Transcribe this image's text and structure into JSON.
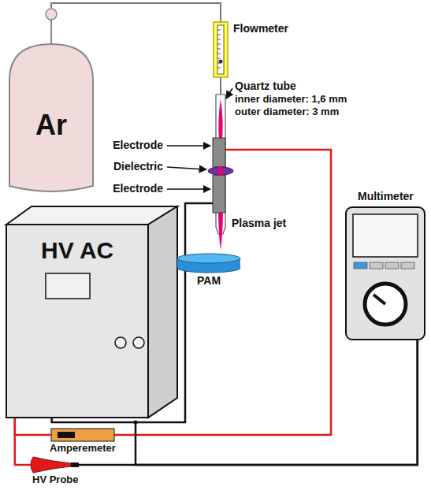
{
  "diagram": {
    "nodes": [
      {
        "text": [
          "Ar"
        ]
      },
      {
        "text": [
          "Flowmeter"
        ]
      },
      {
        "text": [
          "PAM"
        ]
      },
      {
        "text": [
          "Multimeter"
        ]
      },
      {
        "text": [
          "HV AC"
        ]
      },
      {
        "text": [
          "Amperemeter"
        ]
      },
      {
        "text": [
          "HV Probe"
        ]
      }
    ],
    "edges": [
      {
        "from": 0,
        "to": 1,
        "arrow": "none"
      },
      {
        "from": 4,
        "to": 5,
        "arrow": "none"
      },
      {
        "from": 4,
        "to": 6,
        "arrow": "none"
      },
      {
        "from": 6,
        "to": 3,
        "arrow": "none"
      },
      {
        "from": 4,
        "to": 3,
        "arrow": "none"
      }
    ],
    "labels": [
      "Quartz tube",
      "inner diameter: 1,6 mm",
      "outer diameter: 3 mm",
      "Electrode",
      "Dielectric",
      "Electrode",
      "Plasma jet"
    ]
  }
}
